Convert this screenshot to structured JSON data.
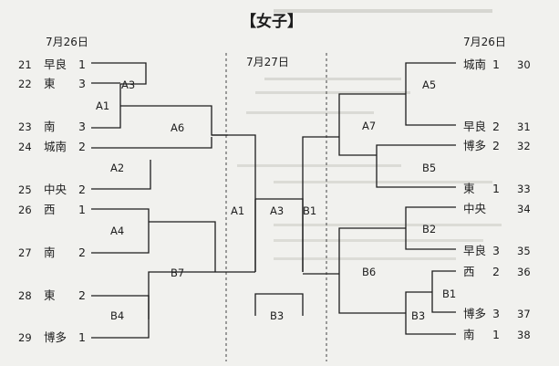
{
  "title": "【女子】",
  "dates": {
    "left": "7月26日",
    "center": "7月27日",
    "right": "7月26日"
  },
  "left_entries": [
    {
      "seed": "21",
      "team": "早良",
      "score": "1"
    },
    {
      "seed": "22",
      "team": "東",
      "score": "3"
    },
    {
      "seed": "23",
      "team": "南",
      "score": "3"
    },
    {
      "seed": "24",
      "team": "城南",
      "score": "2"
    },
    {
      "seed": "25",
      "team": "中央",
      "score": "2"
    },
    {
      "seed": "26",
      "team": "西",
      "score": "1"
    },
    {
      "seed": "27",
      "team": "南",
      "score": "2"
    },
    {
      "seed": "28",
      "team": "東",
      "score": "2"
    },
    {
      "seed": "29",
      "team": "博多",
      "score": "1"
    }
  ],
  "right_entries": [
    {
      "seed": "30",
      "team": "城南",
      "score": "1"
    },
    {
      "seed": "31",
      "team": "早良",
      "score": "2"
    },
    {
      "seed": "32",
      "team": "博多",
      "score": "2"
    },
    {
      "seed": "33",
      "team": "東",
      "score": "1"
    },
    {
      "seed": "34",
      "team": "中央",
      "score": ""
    },
    {
      "seed": "35",
      "team": "早良",
      "score": "3"
    },
    {
      "seed": "36",
      "team": "西",
      "score": "2"
    },
    {
      "seed": "37",
      "team": "博多",
      "score": "3"
    },
    {
      "seed": "38",
      "team": "南",
      "score": "1"
    }
  ],
  "match_labels": {
    "a1": "A1",
    "a2": "A2",
    "a3": "A3",
    "a4": "A4",
    "a5": "A5",
    "a6": "A6",
    "a7": "A7",
    "b1": "B1",
    "b2": "B2",
    "b3": "B3",
    "b4": "B4",
    "b5": "B5",
    "b6": "B6",
    "b7": "B7",
    "final_a1": "A1",
    "final_a3": "A3",
    "final_b1": "B1",
    "third_b3": "B3"
  }
}
